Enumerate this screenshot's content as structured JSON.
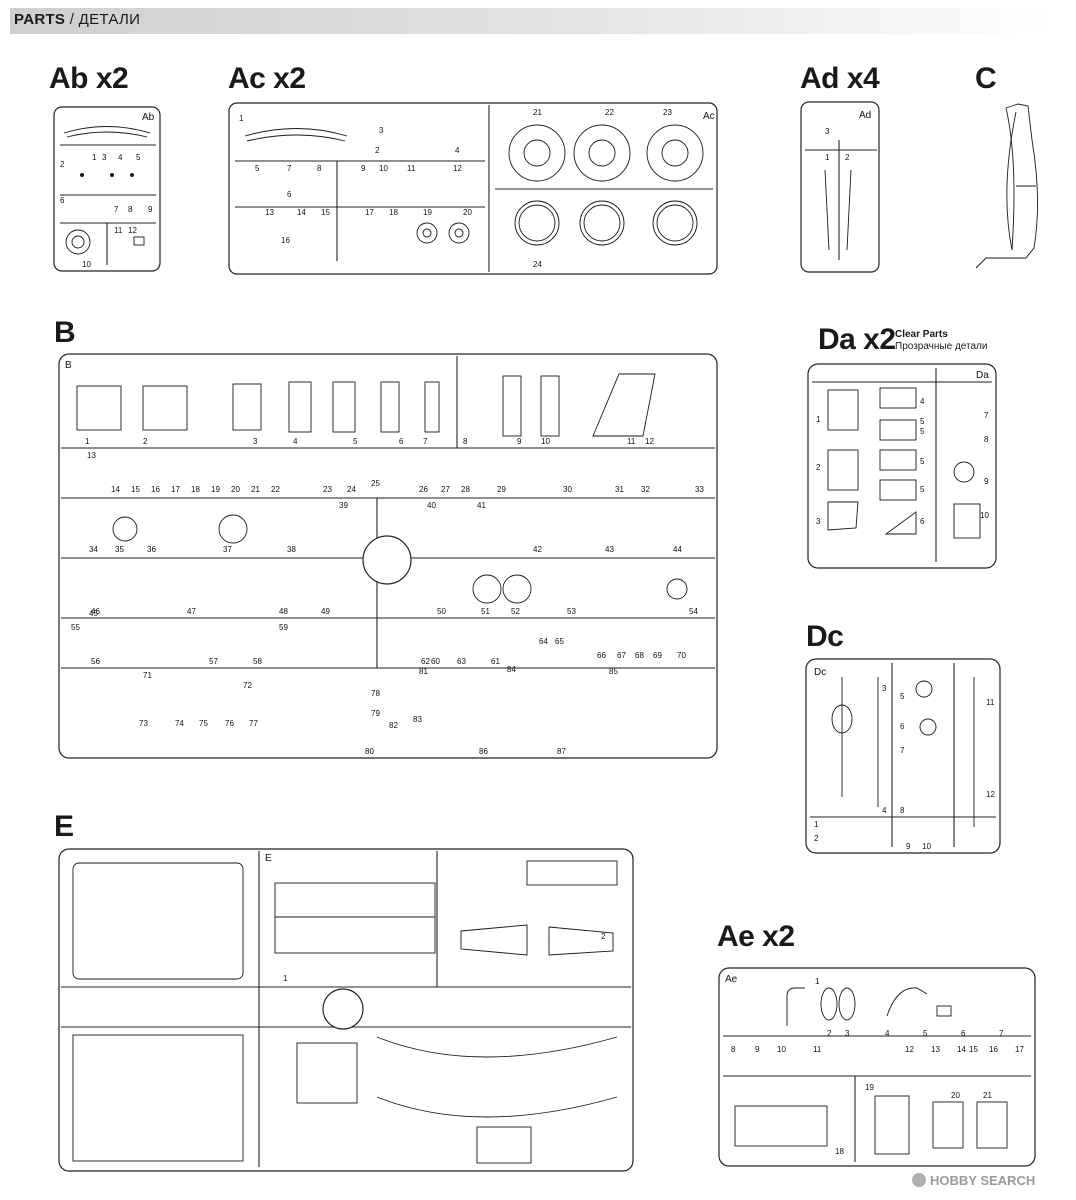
{
  "header": {
    "title_en": "PARTS",
    "separator": "/",
    "title_ru": "ДЕТАЛИ"
  },
  "sprues": {
    "ab": {
      "label": "Ab x2",
      "id": "Ab"
    },
    "ac": {
      "label": "Ac x2",
      "id": "Ac"
    },
    "ad": {
      "label": "Ad x4",
      "id": "Ad"
    },
    "c": {
      "label": "C"
    },
    "b": {
      "label": "B",
      "id": "B"
    },
    "da": {
      "label": "Da x2",
      "id": "Da",
      "note_en": "Clear Parts",
      "note_ru": "Прозрачные детали"
    },
    "dc": {
      "label": "Dc",
      "id": "Dc"
    },
    "e": {
      "label": "E",
      "id": "E"
    },
    "ae": {
      "label": "Ae x2",
      "id": "Ae"
    }
  },
  "part_numbers": {
    "ab": [
      "1",
      "2",
      "3",
      "4",
      "5",
      "6",
      "7",
      "8",
      "9",
      "10",
      "11",
      "12"
    ],
    "ac": [
      "1",
      "2",
      "3",
      "4",
      "5",
      "6",
      "7",
      "8",
      "9",
      "10",
      "11",
      "12",
      "13",
      "14",
      "15",
      "16",
      "17",
      "18",
      "19",
      "20",
      "21",
      "22",
      "23",
      "24"
    ],
    "ad": [
      "1",
      "2",
      "3"
    ],
    "b": [
      "1",
      "2",
      "3",
      "4",
      "5",
      "6",
      "7",
      "8",
      "9",
      "10",
      "11",
      "12",
      "13",
      "14",
      "15",
      "16",
      "17",
      "18",
      "19",
      "20",
      "21",
      "22",
      "23",
      "24",
      "25",
      "26",
      "27",
      "28",
      "29",
      "30",
      "31",
      "32",
      "33",
      "34",
      "35",
      "36",
      "37",
      "38",
      "39",
      "40",
      "41",
      "42",
      "43",
      "44",
      "45",
      "46",
      "47",
      "48",
      "49",
      "50",
      "51",
      "52",
      "53",
      "54",
      "55",
      "56",
      "57",
      "58",
      "59",
      "60",
      "61",
      "62",
      "63",
      "64",
      "65",
      "66",
      "67",
      "68",
      "69",
      "70",
      "71",
      "72",
      "73",
      "74",
      "75",
      "76",
      "77",
      "78",
      "79",
      "80",
      "81",
      "82",
      "83",
      "84",
      "85",
      "86",
      "87"
    ],
    "da": [
      "1",
      "2",
      "3",
      "4",
      "5",
      "5",
      "5",
      "5",
      "6",
      "7",
      "8",
      "9",
      "10"
    ],
    "dc": [
      "1",
      "2",
      "3",
      "4",
      "5",
      "6",
      "7",
      "8",
      "9",
      "10",
      "11",
      "12"
    ],
    "e": [
      "1",
      "2"
    ],
    "ae": [
      "1",
      "2",
      "3",
      "4",
      "5",
      "6",
      "7",
      "8",
      "9",
      "10",
      "11",
      "12",
      "13",
      "14",
      "15",
      "16",
      "17",
      "18",
      "19",
      "20",
      "21"
    ]
  },
  "watermark": {
    "text": "HOBBY SEARCH"
  },
  "colors": {
    "line": "#1a1a1a",
    "header_bar": "#d4d4d4",
    "watermark": "#9a9a9a"
  }
}
